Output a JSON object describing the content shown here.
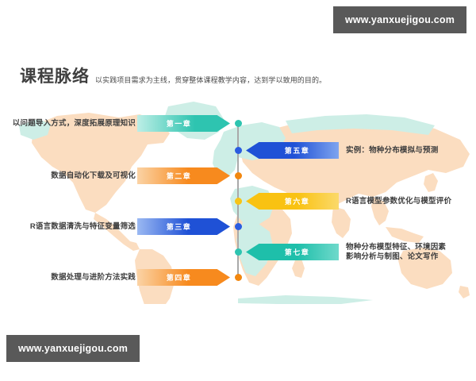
{
  "watermark": {
    "top_text": "www.yanxuejigou.com",
    "bottom_text": "www.yanxuejigou.com",
    "bar_color": "#595959"
  },
  "header": {
    "title": "课程脉络",
    "subtitle": "以实践项目需求为主线，贯穿整体课程教学内容，达到学以致用的目的。"
  },
  "timeline": {
    "line_color": "#a9a9a9",
    "items": [
      {
        "chapter": "第一章",
        "label": "以问题导入方式，深度拓展原理知识",
        "side": "left",
        "color": "#2ec4b0",
        "dot_color": "#2ec4b0"
      },
      {
        "chapter": "第五章",
        "label": "实例：物种分布模拟与预测",
        "side": "right",
        "color": "#1f51d6",
        "dot_color": "#2b5ce0"
      },
      {
        "chapter": "第二章",
        "label": "数据自动化下载及可视化",
        "side": "left",
        "color": "#f78a1e",
        "dot_color": "#f2870f"
      },
      {
        "chapter": "第六章",
        "label": "R语言模型参数优化与模型评价",
        "side": "right",
        "color": "#f9c212",
        "dot_color": "#f7c417"
      },
      {
        "chapter": "第三章",
        "label": "R语言数据清洗与特征变量筛选",
        "side": "left",
        "color": "#1f51d6",
        "dot_color": "#2b5ce0"
      },
      {
        "chapter": "第七章",
        "label": "物种分布模型特征、环境因素\n影响分析与制图、论文写作",
        "side": "right",
        "color": "#1ebfaa",
        "dot_color": "#2ec4b0"
      },
      {
        "chapter": "第四章",
        "label": "数据处理与进阶方法实践",
        "side": "left",
        "color": "#f78a1e",
        "dot_color": "#f2870f"
      }
    ]
  },
  "background_map": {
    "name": "world-map",
    "land_warm_color": "#fbddc0",
    "land_cool_color": "#cdeee6"
  }
}
